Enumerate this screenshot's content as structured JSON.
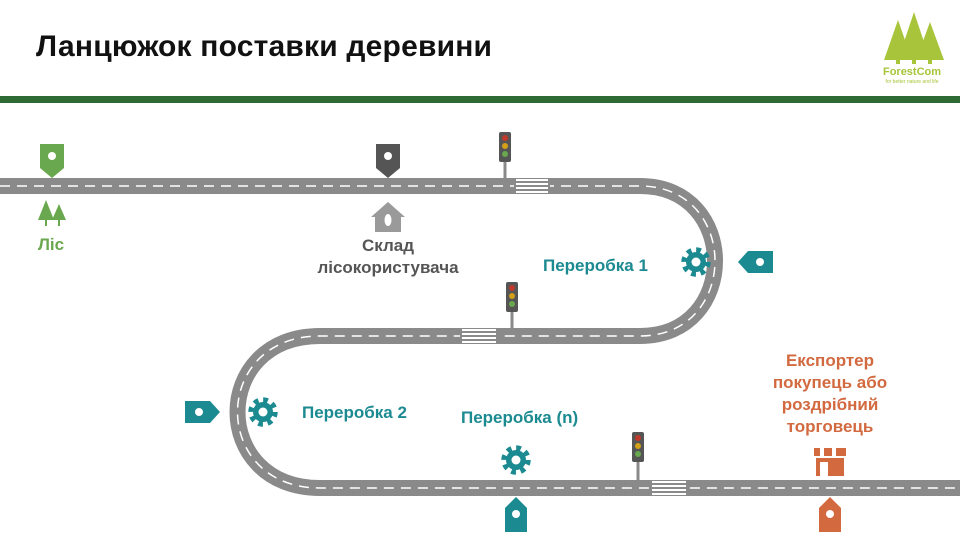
{
  "header": {
    "title": "Ланцюжок поставки деревини"
  },
  "logo": {
    "name": "ForestCom",
    "tagline": "for better nature and life",
    "icon": "tree-logo-icon"
  },
  "stations": {
    "forest": {
      "label": "Ліс",
      "icon": "trees-icon",
      "marker": "location-pin-icon"
    },
    "warehouse": {
      "line1": "Склад",
      "line2": "лісокористувача",
      "icon": "house-icon",
      "marker": "location-pin-icon"
    },
    "processing1": {
      "label": "Переробка 1",
      "icon": "gear-icon",
      "marker": "location-tag-icon"
    },
    "processing2": {
      "label": "Переробка 2",
      "icon": "gear-icon",
      "marker": "location-tag-icon"
    },
    "processingN": {
      "label": "Переробка (n)",
      "icon": "gear-icon",
      "marker": "location-pin-icon"
    },
    "exporter": {
      "line1": "Експортер",
      "line2": "покупець або",
      "line3": "роздрібний",
      "line4": "торговець",
      "icon": "shop-icon",
      "marker": "location-pin-icon"
    }
  },
  "colors": {
    "road": "#8a8a8a",
    "green": "#6aa84f",
    "darkGrey": "#555555",
    "lightGrey": "#9a9a9a",
    "teal": "#1c8a91",
    "orange": "#d2693f",
    "headerRule": "#2e6b34",
    "logoGreen": "#a8c43a"
  }
}
